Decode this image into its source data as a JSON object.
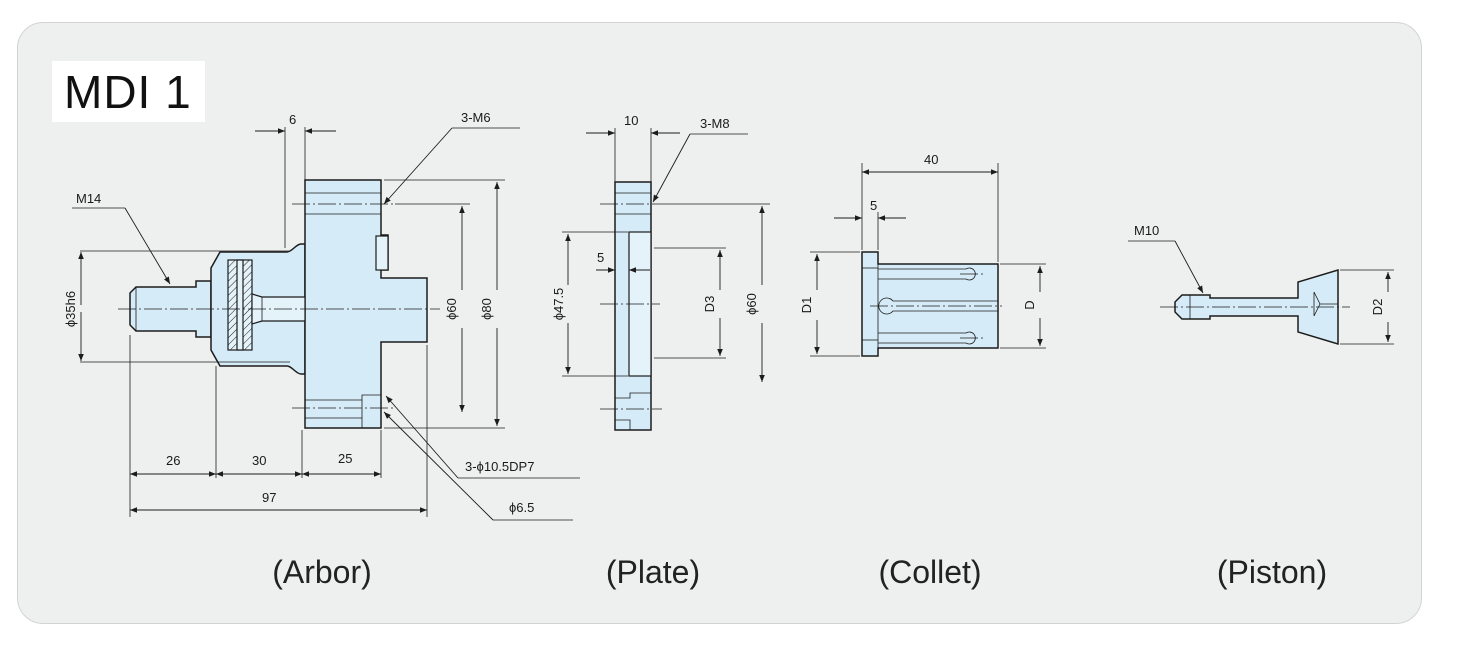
{
  "title": "MDI 1",
  "arbor": {
    "caption": "(Arbor)",
    "dim_6": "6",
    "thread_m6": "3-M6",
    "thread_m14": "M14",
    "dia_35": "ϕ35h6",
    "dia_60": "ϕ60",
    "dia_80": "ϕ80",
    "dim_26": "26",
    "dim_30": "30",
    "dim_25": "25",
    "dim_97": "97",
    "hole_dp": "3-ϕ10.5DP7",
    "dia_6_5": "ϕ6.5"
  },
  "plate": {
    "caption": "(Plate)",
    "dim_10": "10",
    "thread_m8": "3-M8",
    "dim_5": "5",
    "dia_47_5": "ϕ47.5",
    "d3": "D3",
    "dia_60": "ϕ60"
  },
  "collet": {
    "caption": "(Collet)",
    "dim_40": "40",
    "dim_5": "5",
    "d1": "D1",
    "d": "D"
  },
  "piston": {
    "caption": "(Piston)",
    "thread_m10": "M10",
    "d2": "D2"
  }
}
